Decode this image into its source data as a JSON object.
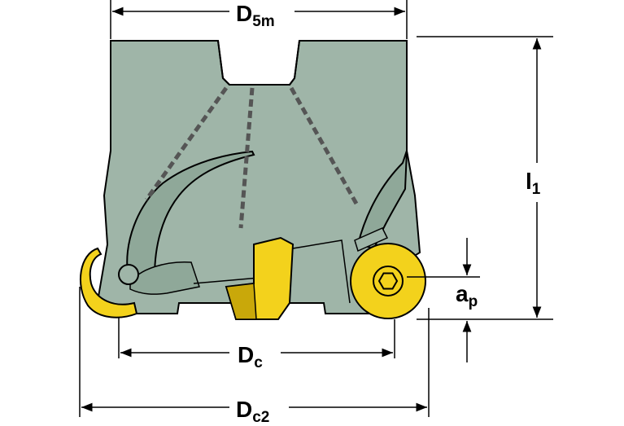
{
  "colors": {
    "body": "#9fb5a8",
    "body_shade": "#7d9688",
    "outline": "#000000",
    "insert": "#f3d21c",
    "insert_shade": "#c9a80a",
    "dashed": "#555555",
    "background": "#ffffff"
  },
  "icons": {
    "insert_screw": "hex-socket-screw-icon"
  },
  "dimensions": {
    "d5m": {
      "main": "D",
      "sub": "5m"
    },
    "l1": {
      "main": "l",
      "sub": "1"
    },
    "ap": {
      "main": "a",
      "sub": "p"
    },
    "dc": {
      "main": "D",
      "sub": "c"
    },
    "dc2": {
      "main": "D",
      "sub": "c2"
    }
  }
}
